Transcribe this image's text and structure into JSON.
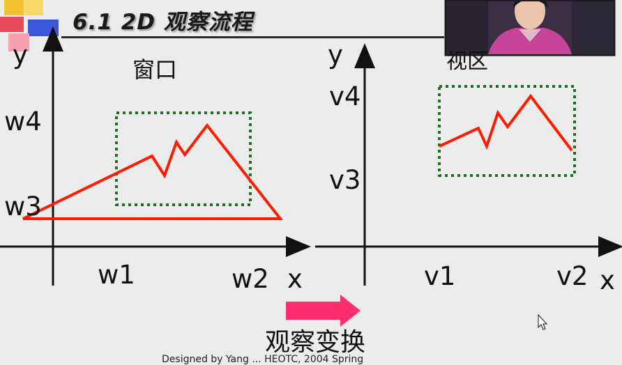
{
  "slide": {
    "title": "6.1 2D 观察流程",
    "caption_window": "窗口",
    "caption_viewport": "视区",
    "caption_transform": "观察变换",
    "footer": "Designed by Yang ... HEOTC, 2004 Spring"
  },
  "window_panel": {
    "y_axis": "y",
    "x_axis": "x",
    "w1": "w1",
    "w2": "w2",
    "w3": "w3",
    "w4": "w4"
  },
  "viewport_panel": {
    "y_axis": "y",
    "x_axis": "x",
    "v1": "v1",
    "v2": "v2",
    "v3": "v3",
    "v4": "v4"
  },
  "colors": {
    "polyline": "#ff1a00",
    "frame": "#1f6b1f",
    "arrow": "#ff2e6e",
    "axis": "#111111"
  }
}
